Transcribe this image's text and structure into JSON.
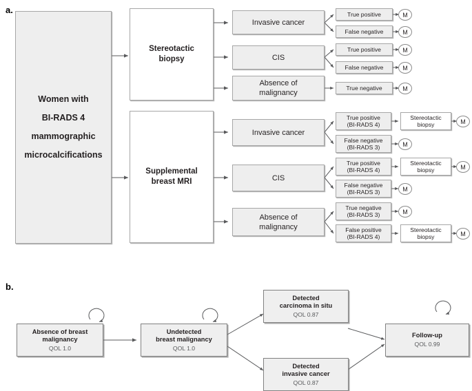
{
  "figure": {
    "panels": [
      {
        "id": "a",
        "label": "a."
      },
      {
        "id": "b",
        "label": "b."
      }
    ]
  },
  "panel_a": {
    "label": "a.",
    "root": {
      "name": "root-population",
      "lines": [
        "Women with",
        "BI-RADS 4",
        "mammographic",
        "microcalcifications"
      ]
    },
    "strategies": [
      {
        "name": "stereotactic-biopsy",
        "lines": [
          "Stereotactic",
          "biopsy"
        ]
      },
      {
        "name": "supplemental-breast-mri",
        "lines": [
          "Supplemental",
          "breast MRI"
        ]
      }
    ],
    "branch1": {
      "outcomes": [
        {
          "name": "invasive-cancer",
          "lines": [
            "Invasive cancer"
          ]
        },
        {
          "name": "cis",
          "lines": [
            "CIS"
          ]
        },
        {
          "name": "absence-of-malignancy",
          "lines": [
            "Absence of",
            "malignancy"
          ]
        }
      ],
      "tests": [
        {
          "name": "true-positive",
          "lines": [
            "True positive"
          ],
          "followup": null,
          "terminal": "M"
        },
        {
          "name": "false-negative",
          "lines": [
            "False negative"
          ],
          "followup": null,
          "terminal": "M"
        },
        {
          "name": "true-positive",
          "lines": [
            "True positive"
          ],
          "followup": null,
          "terminal": "M"
        },
        {
          "name": "false-negative",
          "lines": [
            "False negative"
          ],
          "followup": null,
          "terminal": "M"
        },
        {
          "name": "true-negative",
          "lines": [
            "True negative"
          ],
          "followup": null,
          "terminal": "M"
        }
      ]
    },
    "branch2": {
      "outcomes": [
        {
          "name": "invasive-cancer",
          "lines": [
            "Invasive cancer"
          ]
        },
        {
          "name": "cis",
          "lines": [
            "CIS"
          ]
        },
        {
          "name": "absence-of-malignancy",
          "lines": [
            "Absence of",
            "malignancy"
          ]
        }
      ],
      "tests": [
        {
          "name": "true-positive-birads4",
          "lines": [
            "True positive",
            "(BI-RADS 4)"
          ],
          "followup": [
            "Stereotactic",
            "biopsy"
          ],
          "terminal": "M"
        },
        {
          "name": "false-negative-birads3",
          "lines": [
            "False negative",
            "(BI-RADS 3)"
          ],
          "followup": null,
          "terminal": "M"
        },
        {
          "name": "true-positive-birads4",
          "lines": [
            "True positive",
            "(BI-RADS 4)"
          ],
          "followup": [
            "Stereotactic",
            "biopsy"
          ],
          "terminal": "M"
        },
        {
          "name": "false-negative-birads3",
          "lines": [
            "False negative",
            "(BI-RADS 3)"
          ],
          "followup": null,
          "terminal": "M"
        },
        {
          "name": "true-negative-birads3",
          "lines": [
            "True negative",
            "(BI-RADS 3)"
          ],
          "followup": null,
          "terminal": "M"
        },
        {
          "name": "false-positive-birads4",
          "lines": [
            "False positive",
            "(BI-RADS 4)"
          ],
          "followup": [
            "Stereotactic",
            "biopsy"
          ],
          "terminal": "M"
        }
      ]
    },
    "terminal_label": "M"
  },
  "panel_b": {
    "label": "b.",
    "states": [
      {
        "name": "absence-of-breast-malignancy",
        "lines": [
          "Absence of breast",
          "malignancy"
        ],
        "qol": "QOL 1.0",
        "self_loop": true
      },
      {
        "name": "undetected-breast-malignancy",
        "lines": [
          "Undetected",
          "breast malignancy"
        ],
        "qol": "QOL 1.0",
        "self_loop": true
      },
      {
        "name": "detected-carcinoma-in-situ",
        "lines": [
          "Detected",
          "carcinoma in situ"
        ],
        "qol": "QOL 0.87",
        "self_loop": false
      },
      {
        "name": "detected-invasive-cancer",
        "lines": [
          "Detected",
          "invasive cancer"
        ],
        "qol": "QOL 0.87",
        "self_loop": false
      },
      {
        "name": "follow-up",
        "lines": [
          "Follow-up"
        ],
        "qol": "QOL 0.99",
        "self_loop": true
      }
    ]
  },
  "colors": {
    "node_fill": "#eeeeee",
    "node_stroke": "#a6a6a6",
    "white_fill": "#ffffff",
    "edge": "#58595b",
    "text": "#231f20",
    "qol_text": "#58595b"
  }
}
